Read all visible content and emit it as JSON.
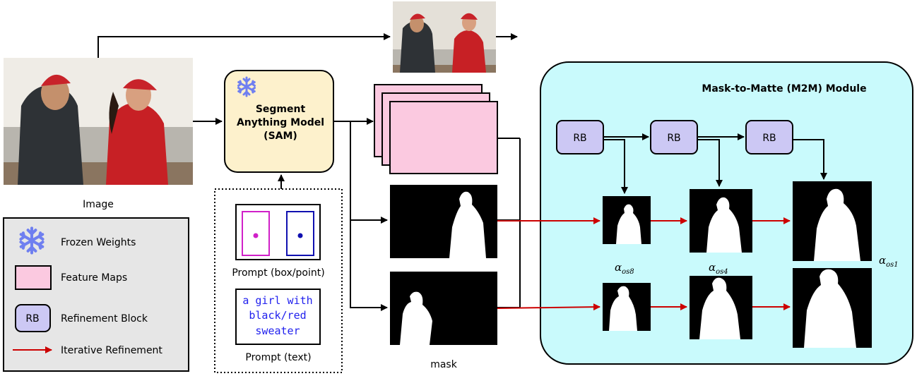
{
  "image_label": "Image",
  "sam": {
    "line1": "Segment",
    "line2": "Anything Model",
    "line3": "(SAM)"
  },
  "prompts": {
    "box_point_label": "Prompt (box/point)",
    "text_line1": "a girl with",
    "text_line2": "black/red",
    "text_line3": "sweater",
    "text_label": "Prompt (text)"
  },
  "mask_label": "mask",
  "m2m": {
    "title": "Mask-to-Matte (M2M) Module",
    "rb_label": "RB",
    "alpha8": "α",
    "alpha8_sub": "os8",
    "alpha4": "α",
    "alpha4_sub": "os4",
    "alpha1": "α",
    "alpha1_sub": "os1"
  },
  "legend": {
    "frozen": "Frozen Weights",
    "feature": "Feature Maps",
    "rb_short": "RB",
    "refinement": "Refinement Block",
    "iterative": "Iterative Refinement"
  },
  "colors": {
    "sam_fill": "#fdf1cc",
    "feature_fill": "#fbc9e0",
    "rb_fill": "#ccc8f4",
    "m2m_fill": "#c9fafc",
    "legend_fill": "#e6e6e6",
    "refine_arrow": "#cc0000",
    "snowflake": "#6f7ff0",
    "box_prompt_magenta": "#d020c8",
    "box_prompt_blue": "#1010b0",
    "text_prompt": "#2222ee"
  }
}
